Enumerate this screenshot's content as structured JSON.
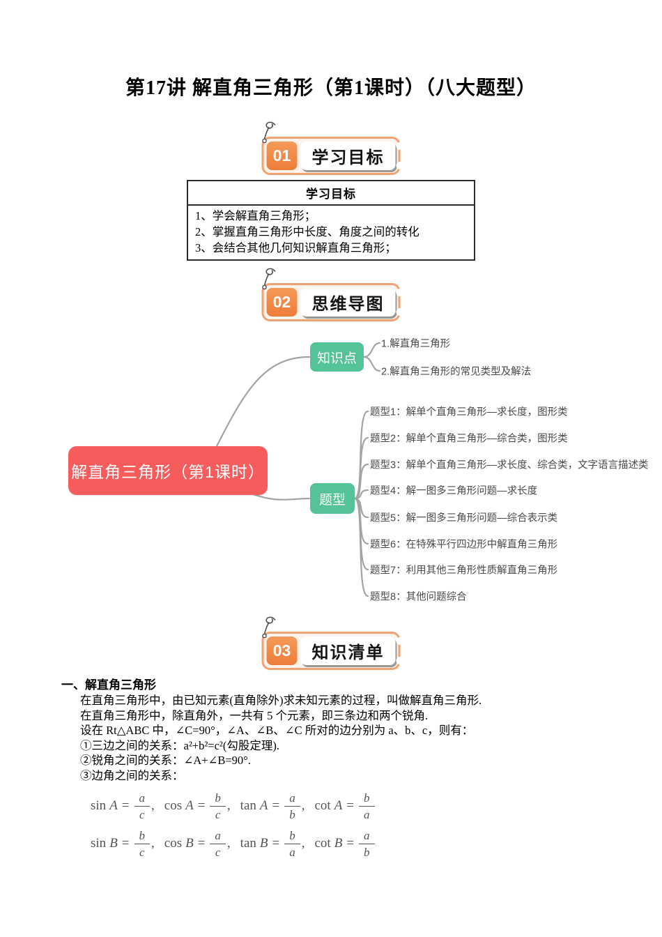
{
  "page": {
    "title": "第17讲 解直角三角形（第1课时）（八大题型）"
  },
  "sections": [
    {
      "num": "01",
      "label": "学习目标"
    },
    {
      "num": "02",
      "label": "思维导图"
    },
    {
      "num": "03",
      "label": "知识清单"
    }
  ],
  "objectives": {
    "header": "学习目标",
    "items": [
      "1、学会解直角三角形；",
      "2、掌握直角三角形中长度、角度之间的转化",
      "3、会结合其他几何知识解直角三角形；"
    ]
  },
  "mindmap": {
    "root": "解直角三角形（第1课时）",
    "colors": {
      "root": "#f65c5c",
      "branch": "#54c398",
      "line": "#a3a3a3"
    },
    "branches": [
      {
        "label": "知识点",
        "children": [
          "1.解直角三角形",
          "2.解直角三角形的常见类型及解法"
        ]
      },
      {
        "label": "题型",
        "children": [
          "题型1：解单个直角三角形—求长度，图形类",
          "题型2：解单个直角三角形—综合类，图形类",
          "题型3：解单个直角三角形—求长度、综合类，文字语言描述类",
          "题型4：解一图多三角形问题—求长度",
          "题型5：解一图多三角形问题—综合表示类",
          "题型6：在特殊平行四边形中解直角三角形",
          "题型7：利用其他三角形性质解直角三角形",
          "题型8：其他问题综合"
        ]
      }
    ]
  },
  "knowledge": {
    "heading": "一、解直角三角形",
    "lines": [
      "在直角三角形中，由已知元素(直角除外)求未知元素的过程，叫做解直角三角形.",
      "在直角三角形中，除直角外，一共有 5 个元素，即三条边和两个锐角.",
      "设在 Rt△ABC 中，∠C=90°，∠A、∠B、∠C 所对的边分别为 a、b、c，则有：",
      "①三边之间的关系：a²+b²=c²(勾股定理).",
      "②锐角之间的关系：∠A+∠B=90°.",
      "③边角之间的关系："
    ],
    "formulas": {
      "eq": "=",
      "rows": [
        {
          "terms": [
            {
              "fn": "sin",
              "var": "A",
              "num": "a",
              "den": "c",
              "sep": ","
            },
            {
              "fn": "cos",
              "var": "A",
              "num": "b",
              "den": "c",
              "sep": ","
            },
            {
              "fn": "tan",
              "var": "A",
              "num": "a",
              "den": "b",
              "sep": ","
            },
            {
              "fn": "cot",
              "var": "A",
              "num": "b",
              "den": "a",
              "sep": ""
            }
          ]
        },
        {
          "terms": [
            {
              "fn": "sin",
              "var": "B",
              "num": "b",
              "den": "c",
              "sep": ","
            },
            {
              "fn": "cos",
              "var": "B",
              "num": "a",
              "den": "c",
              "sep": ","
            },
            {
              "fn": "tan",
              "var": "B",
              "num": "b",
              "den": "a",
              "sep": ","
            },
            {
              "fn": "cot",
              "var": "B",
              "num": "a",
              "den": "b",
              "sep": ""
            }
          ]
        }
      ]
    }
  }
}
